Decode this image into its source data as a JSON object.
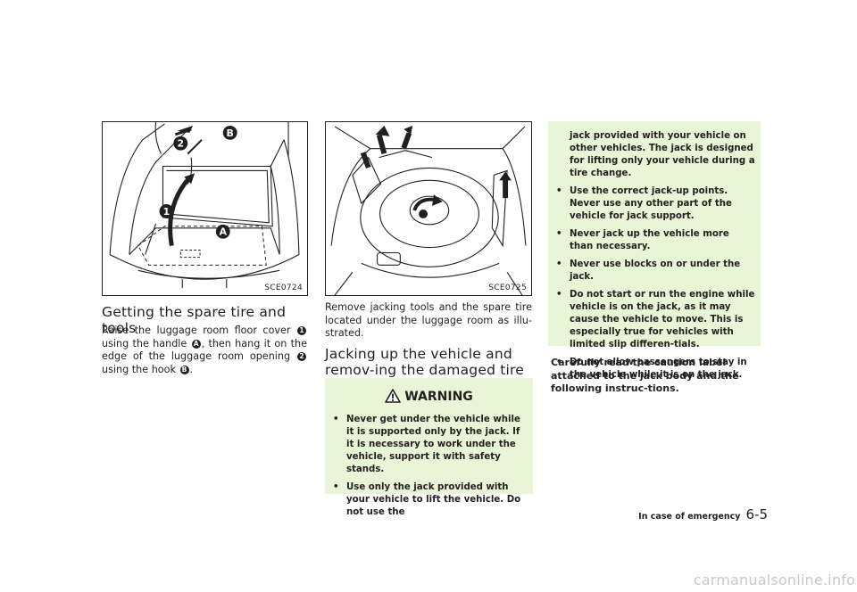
{
  "figures": [
    {
      "id": "SCE0724",
      "callouts": [
        "1",
        "2",
        "A",
        "B"
      ]
    },
    {
      "id": "SCE0725"
    }
  ],
  "section1": {
    "heading": "Getting the spare tire and tools",
    "t1": "Raise the luggage room floor cover",
    "m1": "1",
    "t2": "using the handle",
    "m2": "A",
    "t3": ", then hang it on the edge of the luggage room opening",
    "m3": "2",
    "t4": "using the hook",
    "m4": "B",
    "t5": "."
  },
  "section2": {
    "intro": "Remove jacking tools and the spare tire located under the luggage room as illu-strated.",
    "heading": "Jacking up the vehicle and remov-ing the damaged tire"
  },
  "warning": {
    "title": "WARNING",
    "items": [
      "Never get under the vehicle while it is supported only by the jack. If it is necessary to work under the vehicle, support it with safety stands.",
      "Use only the jack provided with your vehicle to lift the vehicle. Do not use the jack provided with your vehicle on other vehicles. The jack is designed for lifting only your vehicle during a tire change.",
      "Use the correct jack-up points. Never use any other part of the vehicle for jack support.",
      "Never jack up the vehicle more than necessary.",
      "Never use blocks on or under the jack.",
      "Do not start or run the engine while vehicle is on the jack, as it may cause the vehicle to move. This is especially true for vehicles with limited slip differen-tials.",
      "Do not allow passengers to stay in the vehicle while it is on the jack."
    ],
    "item2_part1": "Use only the jack provided with your vehicle to lift the vehicle. Do not use the",
    "item2_part2": "jack provided with your vehicle on other vehicles. The jack is designed for lifting only your vehicle during a tire change."
  },
  "caution_text": "Carefully read the caution label attached to the jack body and the following instruc-tions.",
  "footer": {
    "section": "In case of emergency",
    "page": "6-5"
  },
  "watermark": "carmanualsonline.info",
  "bullet": "•"
}
